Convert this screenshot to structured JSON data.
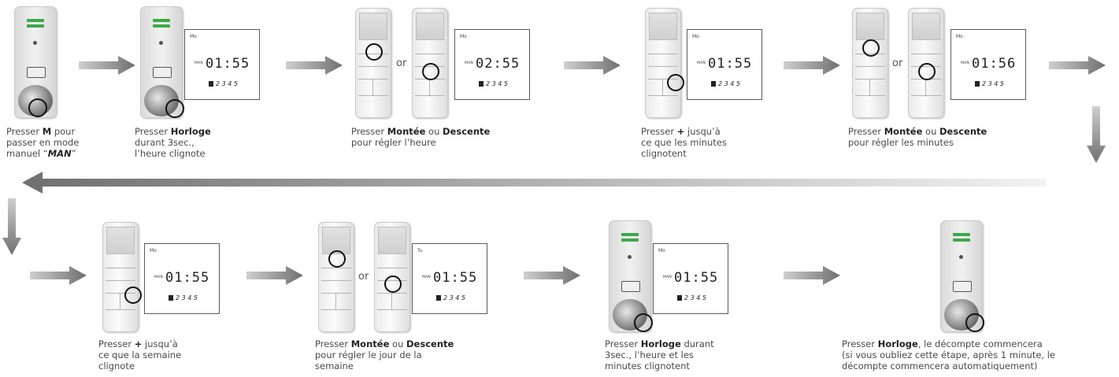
{
  "connector": "or",
  "lcd": {
    "s2": {
      "day": "Mo",
      "mode": "MAN",
      "time": "01:55",
      "days": "2 3 4 5"
    },
    "s3": {
      "day": "Mo",
      "mode": "MAN",
      "time": "02:55",
      "days": "2 3 4 5"
    },
    "s4": {
      "day": "Mo",
      "mode": "MAN",
      "time": "01:55",
      "days": "2 3 4 5"
    },
    "s5": {
      "day": "Mo",
      "mode": "MAN",
      "time": "01:56",
      "days": "2 3 4 5"
    },
    "s6": {
      "day": "Mo",
      "mode": "MAN",
      "time": "01:55",
      "days": "2 3 4 5"
    },
    "s7": {
      "day": "Tu",
      "mode": "MAN",
      "time": "01:55",
      "days": "2 3 4 5"
    },
    "s8": {
      "day": "Mo",
      "mode": "MAN",
      "time": "01:55",
      "days": "2 3 4 5"
    }
  },
  "captions": {
    "s1": {
      "a": "Presser ",
      "b": "M",
      "c": " pour",
      "l2": "passer en mode",
      "l3a": "manuel “",
      "l3b": "MAN",
      "l3c": "”"
    },
    "s2": {
      "a": "Presser ",
      "b": "Horloge",
      "l2": "durant 3sec.,",
      "l3": "l’heure clignote"
    },
    "s3": {
      "a": "Presser ",
      "b": "Montée",
      "c": " ou ",
      "d": "Descente",
      "l2": "pour régler l’heure"
    },
    "s4": {
      "a": "Presser ",
      "b": "+",
      "c": " jusqu’à",
      "l2": "ce que les minutes",
      "l3": "clignotent"
    },
    "s5": {
      "a": "Presser ",
      "b": "Montée",
      "c": " ou ",
      "d": "Descente",
      "l2": "pour régler les minutes"
    },
    "s6": {
      "a": "Presser ",
      "b": "+",
      "c": " jusqu’à",
      "l2": "ce que la semaine",
      "l3": "clignote"
    },
    "s7": {
      "a": "Presser ",
      "b": "Montée",
      "c": " ou ",
      "d": "Descente",
      "l2": "pour régler le jour de la",
      "l3": "semaine"
    },
    "s8": {
      "a": "Presser ",
      "b": "Horloge",
      "c": " durant",
      "l2": "3sec., l’heure et les",
      "l3": "minutes clignotent"
    },
    "s9": {
      "a": "Presser ",
      "b": "Horloge",
      "c": ", le décompte commencera",
      "l2": "(si vous oubliez cette étape, après 1 minute, le",
      "l3": "décompte commencera automatiquement)"
    }
  }
}
